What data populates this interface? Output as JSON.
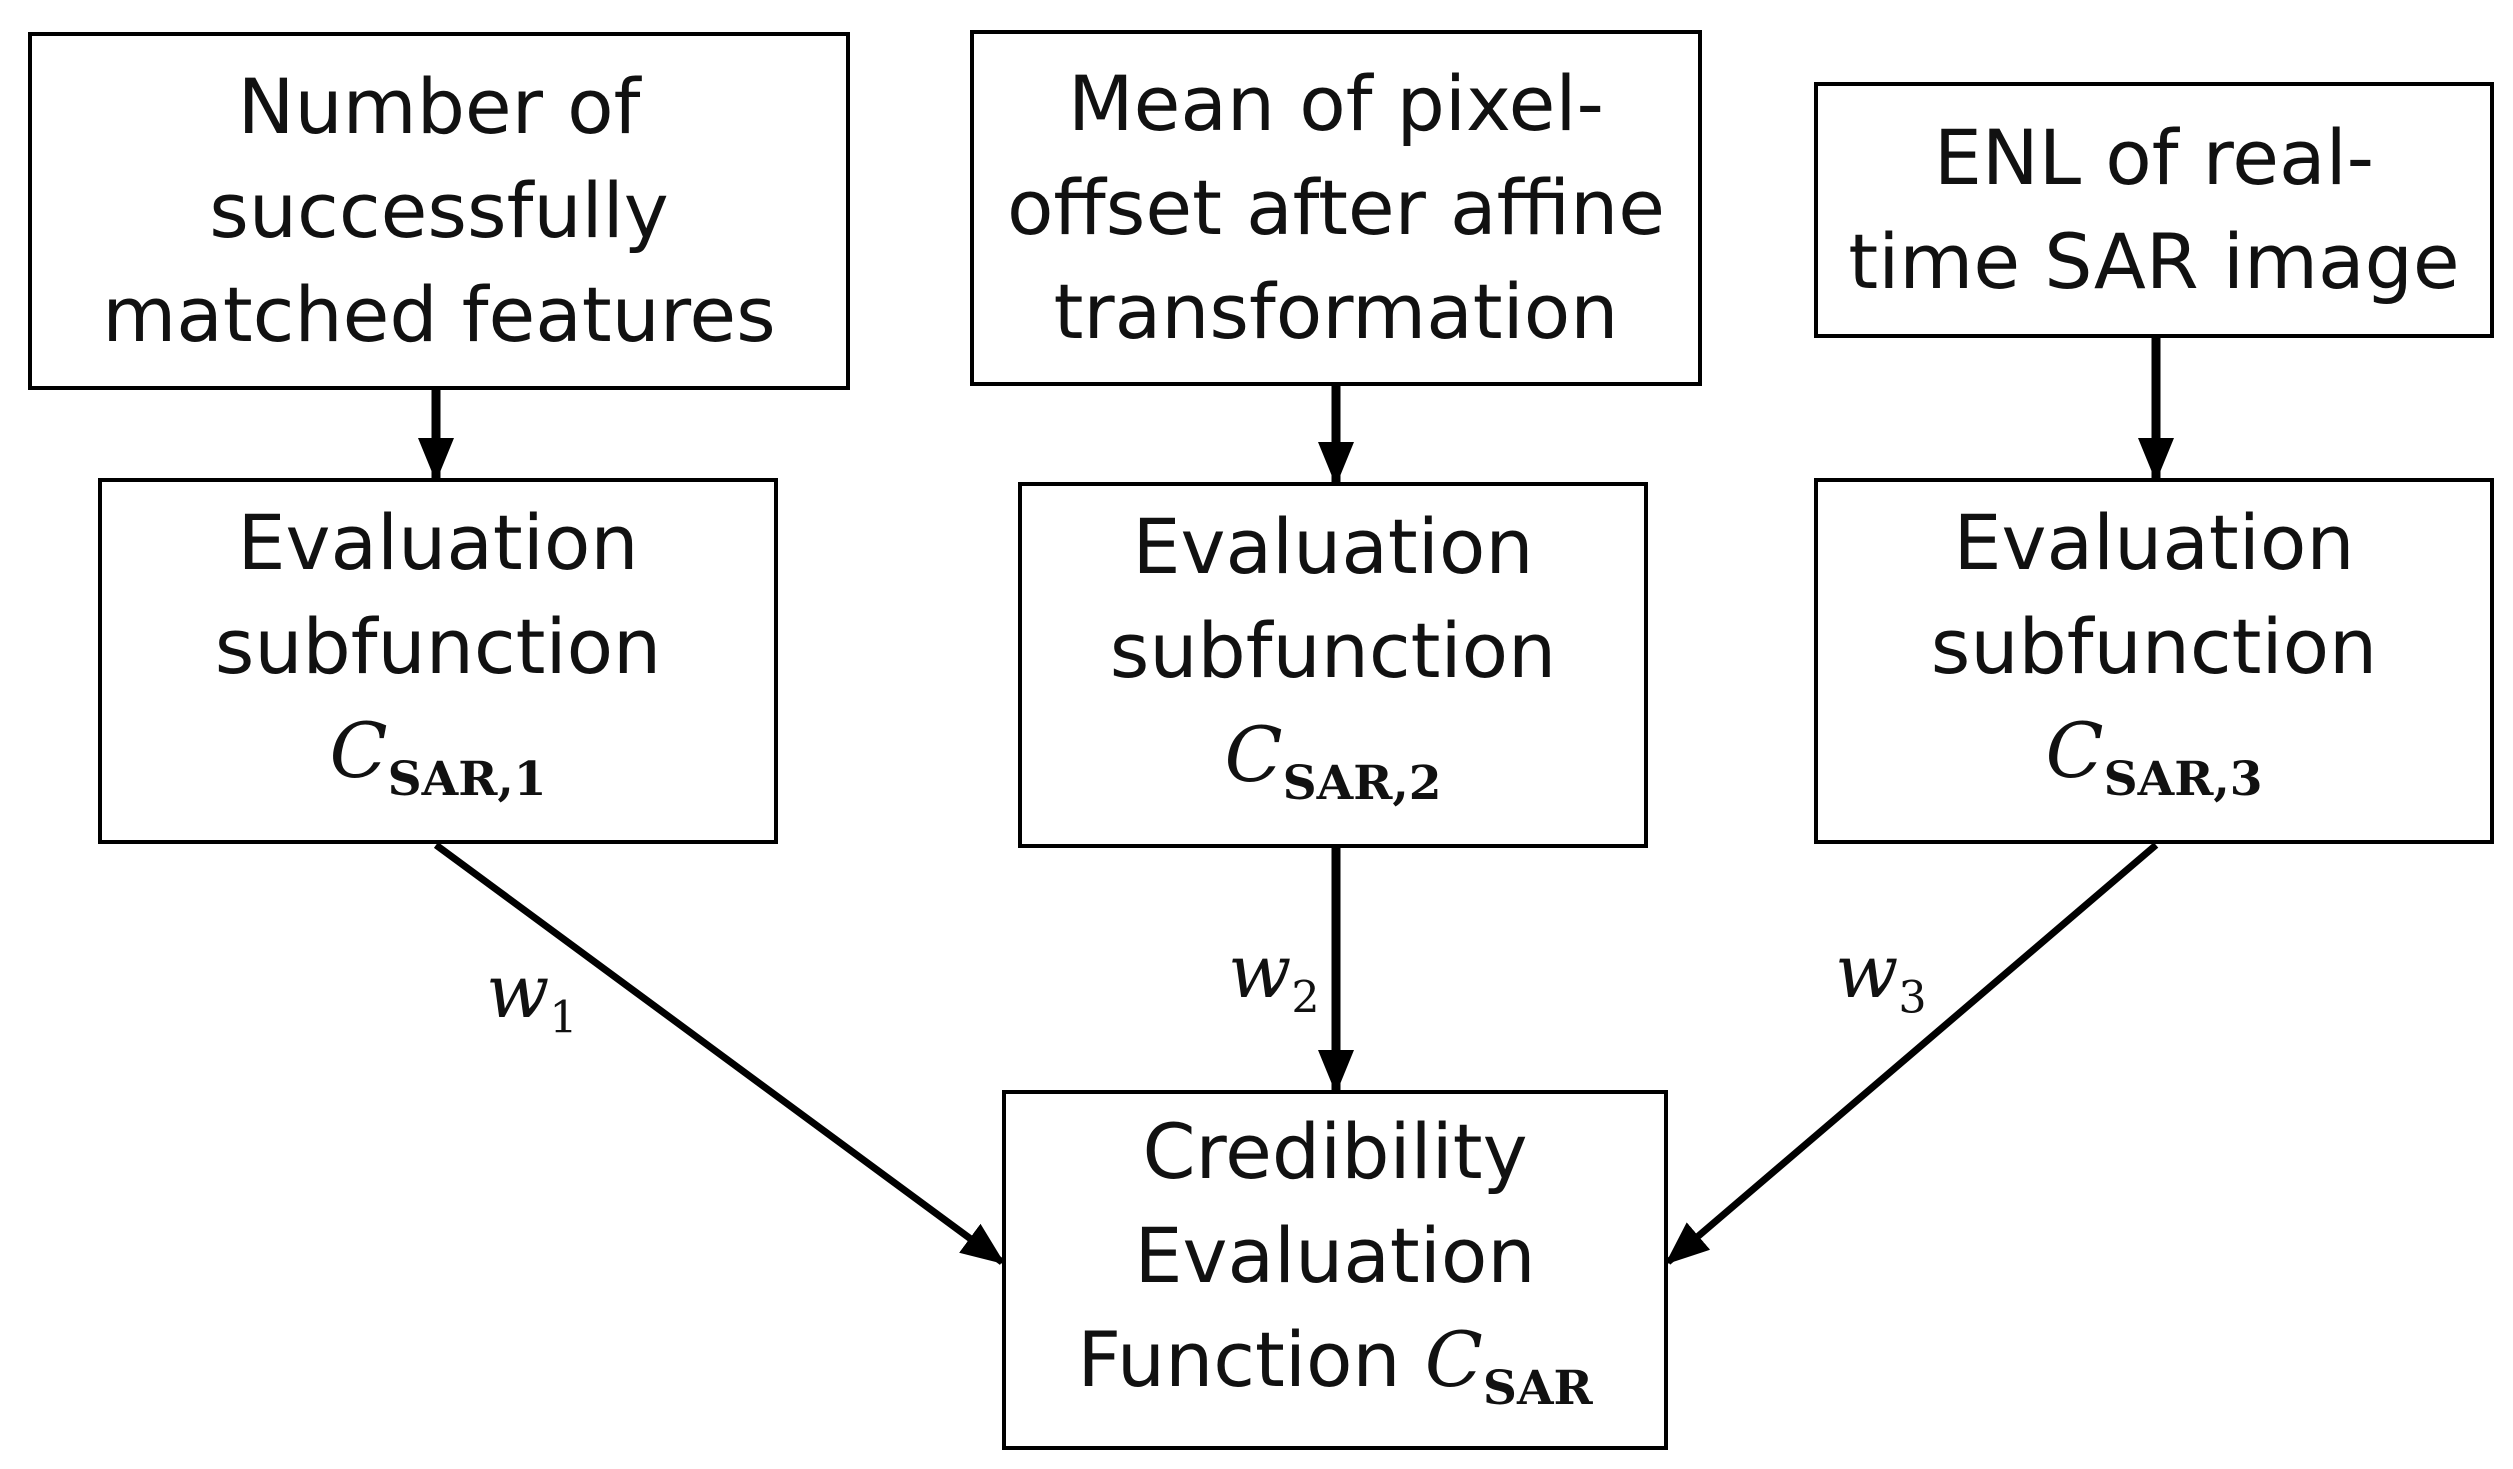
{
  "inputs": [
    {
      "lines": [
        "Number of",
        "successfully",
        "matched features"
      ]
    },
    {
      "lines": [
        "Mean of pixel-",
        "offset after affine",
        "transformation"
      ]
    },
    {
      "lines": [
        "ENL of real-",
        "time SAR image"
      ]
    }
  ],
  "subfunctions": [
    {
      "lines": [
        "Evaluation",
        "subfunction"
      ],
      "symbol": "C",
      "subscript": "SAR,1"
    },
    {
      "lines": [
        "Evaluation",
        "subfunction"
      ],
      "symbol": "C",
      "subscript": "SAR,2"
    },
    {
      "lines": [
        "Evaluation",
        "subfunction"
      ],
      "symbol": "C",
      "subscript": "SAR,3"
    }
  ],
  "weights": [
    {
      "symbol": "w",
      "subscript": "1"
    },
    {
      "symbol": "w",
      "subscript": "2"
    },
    {
      "symbol": "w",
      "subscript": "3"
    }
  ],
  "output": {
    "lines": [
      "Credibility",
      "Evaluation"
    ],
    "last_line_prefix": "Function ",
    "symbol": "C",
    "subscript": "SAR"
  }
}
